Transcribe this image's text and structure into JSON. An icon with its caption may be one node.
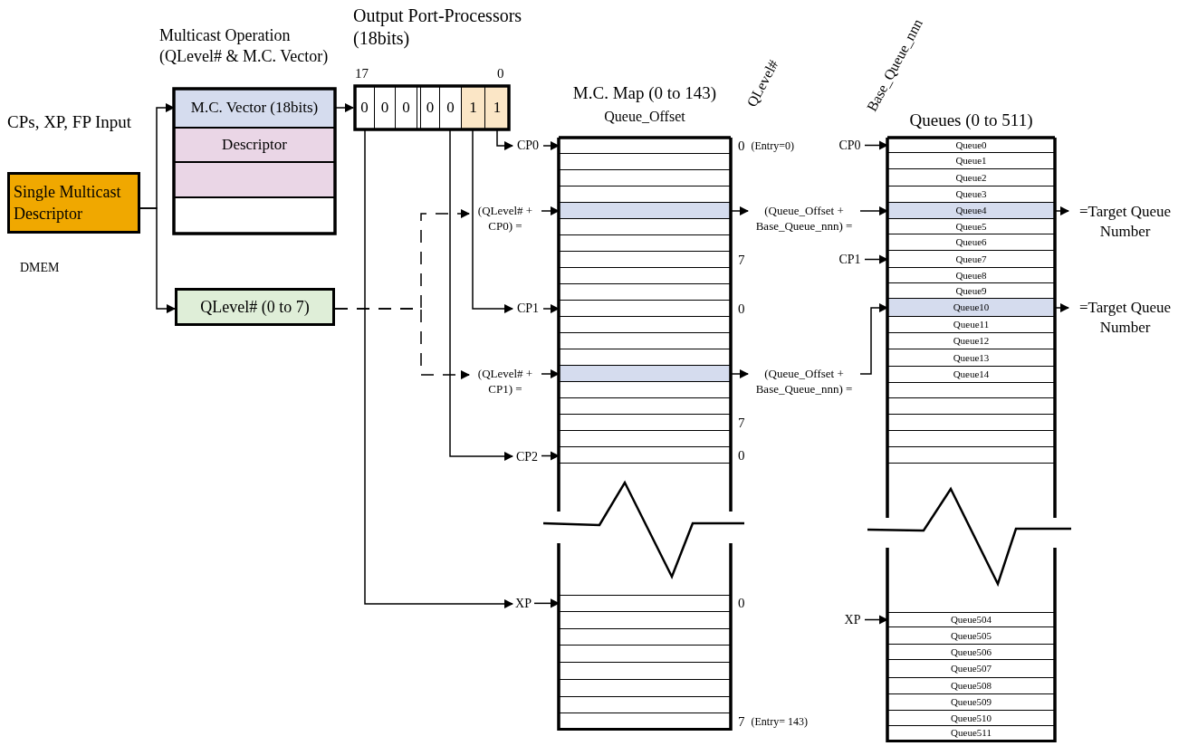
{
  "diagram": {
    "nodes": [
      {
        "text": [
          "Single Multicast Descriptor"
        ],
        "beside": [
          "DMEM"
        ]
      },
      {
        "text": [
          "Multicast Operation (QLevel# & M.C. Vector)"
        ]
      },
      {
        "text": [
          "M.C. Vector (18bits)"
        ],
        "in": 1
      },
      {
        "text": [
          "Descriptor"
        ],
        "in": 1
      },
      {
        "text": [],
        "shape": "box",
        "in": 1
      },
      {
        "text": [],
        "shape": "box",
        "in": 1
      },
      {
        "text": [
          "QLevel# (0 to 7)"
        ]
      },
      {
        "text": [
          "Output Port-Processors (18bits)"
        ]
      },
      {
        "text": [
          "0"
        ],
        "in": 7
      },
      {
        "text": [
          "0"
        ],
        "in": 7
      },
      {
        "text": [
          "0"
        ],
        "in": 7
      },
      {
        "text": [
          "0"
        ],
        "in": 7
      },
      {
        "text": [
          "0"
        ],
        "in": 7
      },
      {
        "text": [
          "1"
        ],
        "in": 7
      },
      {
        "text": [
          "1"
        ],
        "in": 7
      },
      {
        "text": [
          "CP0"
        ]
      },
      {
        "text": [
          "CP1"
        ]
      },
      {
        "text": [
          "CP2"
        ]
      },
      {
        "text": [
          "XP"
        ]
      },
      {
        "text": [
          "(QLevel# + CP0) ="
        ]
      },
      {
        "text": [
          "(QLevel# + CP1) ="
        ]
      },
      {
        "text": [
          "M.C. Map (0 to 143)",
          "Queue_Offset"
        ]
      },
      {
        "text": [],
        "shape": "box",
        "in": 21,
        "beside": [
          "0",
          "(Entry=0)"
        ]
      },
      {
        "text": [],
        "shape": "box",
        "in": 21
      },
      {
        "text": [],
        "shape": "box",
        "in": 21
      },
      {
        "text": [],
        "shape": "box",
        "in": 21
      },
      {
        "text": [],
        "shape": "box",
        "in": 21
      },
      {
        "text": [],
        "shape": "box",
        "in": 21
      },
      {
        "text": [],
        "shape": "box",
        "in": 21
      },
      {
        "text": [],
        "shape": "box",
        "in": 21,
        "beside": [
          "7"
        ]
      },
      {
        "text": [],
        "shape": "box",
        "in": 21
      },
      {
        "text": [],
        "shape": "box",
        "in": 21
      },
      {
        "text": [],
        "shape": "box",
        "in": 21,
        "beside": [
          "0"
        ]
      },
      {
        "text": [],
        "shape": "box",
        "in": 21
      },
      {
        "text": [],
        "shape": "box",
        "in": 21
      },
      {
        "text": [],
        "shape": "box",
        "in": 21
      },
      {
        "text": [],
        "shape": "box",
        "in": 21
      },
      {
        "text": [],
        "shape": "box",
        "in": 21
      },
      {
        "text": [],
        "shape": "box",
        "in": 21
      },
      {
        "text": [],
        "shape": "box",
        "in": 21,
        "beside": [
          "7"
        ]
      },
      {
        "text": [],
        "shape": "box",
        "in": 21
      },
      {
        "text": [],
        "shape": "box",
        "in": 21,
        "beside": [
          "0"
        ]
      },
      {
        "text": [],
        "shape": "box",
        "in": 21,
        "beside": [
          "0"
        ]
      },
      {
        "text": [],
        "shape": "box",
        "in": 21
      },
      {
        "text": [],
        "shape": "box",
        "in": 21
      },
      {
        "text": [],
        "shape": "box",
        "in": 21
      },
      {
        "text": [],
        "shape": "box",
        "in": 21
      },
      {
        "text": [],
        "shape": "box",
        "in": 21
      },
      {
        "text": [],
        "shape": "box",
        "in": 21
      },
      {
        "text": [],
        "shape": "box",
        "in": 21,
        "beside": [
          "7",
          "(Entry= 143)"
        ]
      },
      {
        "text": [
          "(Queue_Offset + Base_Queue_nnn) ="
        ]
      },
      {
        "text": [
          "(Queue_Offset + Base_Queue_nnn) ="
        ]
      },
      {
        "text": [
          "=Target Queue Number"
        ]
      },
      {
        "text": [
          "=Target Queue Number"
        ]
      },
      {
        "text": [
          "CP0"
        ]
      },
      {
        "text": [
          "CP1"
        ]
      },
      {
        "text": [
          "XP"
        ]
      },
      {
        "text": [
          "Queues (0 to 511)"
        ]
      },
      {
        "text": [
          "Queue0"
        ],
        "in": 57
      },
      {
        "text": [
          "Queue1"
        ],
        "in": 57
      },
      {
        "text": [
          "Queue2"
        ],
        "in": 57
      },
      {
        "text": [
          "Queue3"
        ],
        "in": 57
      },
      {
        "text": [
          "Queue4"
        ],
        "in": 57
      },
      {
        "text": [
          "Queue5"
        ],
        "in": 57
      },
      {
        "text": [
          "Queue6"
        ],
        "in": 57
      },
      {
        "text": [
          "Queue7"
        ],
        "in": 57
      },
      {
        "text": [
          "Queue8"
        ],
        "in": 57
      },
      {
        "text": [
          "Queue9"
        ],
        "in": 57
      },
      {
        "text": [
          "Queue10"
        ],
        "in": 57
      },
      {
        "text": [
          "Queue11"
        ],
        "in": 57
      },
      {
        "text": [
          "Queue12"
        ],
        "in": 57
      },
      {
        "text": [
          "Queue13"
        ],
        "in": 57
      },
      {
        "text": [
          "Queue14"
        ],
        "in": 57
      },
      {
        "text": [],
        "shape": "box",
        "in": 57
      },
      {
        "text": [],
        "shape": "box",
        "in": 57
      },
      {
        "text": [],
        "shape": "box",
        "in": 57
      },
      {
        "text": [],
        "shape": "box",
        "in": 57
      },
      {
        "text": [],
        "shape": "box",
        "in": 57
      },
      {
        "text": [
          "Queue504"
        ],
        "in": 57
      },
      {
        "text": [
          "Queue505"
        ],
        "in": 57
      },
      {
        "text": [
          "Queue506"
        ],
        "in": 57
      },
      {
        "text": [
          "Queue507"
        ],
        "in": 57
      },
      {
        "text": [
          "Queue508"
        ],
        "in": 57
      },
      {
        "text": [
          "Queue509"
        ],
        "in": 57
      },
      {
        "text": [
          "Queue510"
        ],
        "in": 57
      },
      {
        "text": [
          "Queue511"
        ],
        "in": 57
      }
    ],
    "edges": [
      {
        "from": 0,
        "to": 2,
        "arrow": "to"
      },
      {
        "from": 0,
        "to": 6,
        "arrow": "to"
      },
      {
        "from": 2,
        "to": 7,
        "arrow": "to"
      },
      {
        "from": 14,
        "to": 15,
        "arrow": "to"
      },
      {
        "from": 13,
        "to": 16,
        "arrow": "to"
      },
      {
        "from": 12,
        "to": 17,
        "arrow": "to"
      },
      {
        "from": 8,
        "to": 18,
        "arrow": "to"
      },
      {
        "from": 15,
        "to": 22,
        "arrow": "to"
      },
      {
        "from": 16,
        "to": 32,
        "arrow": "to"
      },
      {
        "from": 17,
        "to": 41,
        "arrow": "to"
      },
      {
        "from": 18,
        "to": 42,
        "arrow": "to"
      },
      {
        "from": 6,
        "to": 19,
        "arrow": "to",
        "style": "dashed"
      },
      {
        "from": 6,
        "to": 20,
        "arrow": "to",
        "style": "dashed"
      },
      {
        "from": 19,
        "to": 26,
        "arrow": "to"
      },
      {
        "from": 20,
        "to": 36,
        "arrow": "to"
      },
      {
        "from": 26,
        "to": 50,
        "arrow": "to"
      },
      {
        "from": 36,
        "to": 51,
        "arrow": "to"
      },
      {
        "from": 50,
        "to": 62,
        "arrow": "to"
      },
      {
        "from": 51,
        "to": 68,
        "arrow": "to"
      },
      {
        "from": 62,
        "to": 52,
        "arrow": "to"
      },
      {
        "from": 68,
        "to": 53,
        "arrow": "to"
      },
      {
        "from": 54,
        "to": 58,
        "arrow": "to"
      },
      {
        "from": 55,
        "to": 65,
        "arrow": "to"
      },
      {
        "from": 56,
        "to": 78,
        "arrow": "to"
      }
    ],
    "labels": [
      "CPs, XP, FP Input",
      "17",
      "0",
      "QLevel#",
      "Base_Queue_nnn"
    ]
  }
}
